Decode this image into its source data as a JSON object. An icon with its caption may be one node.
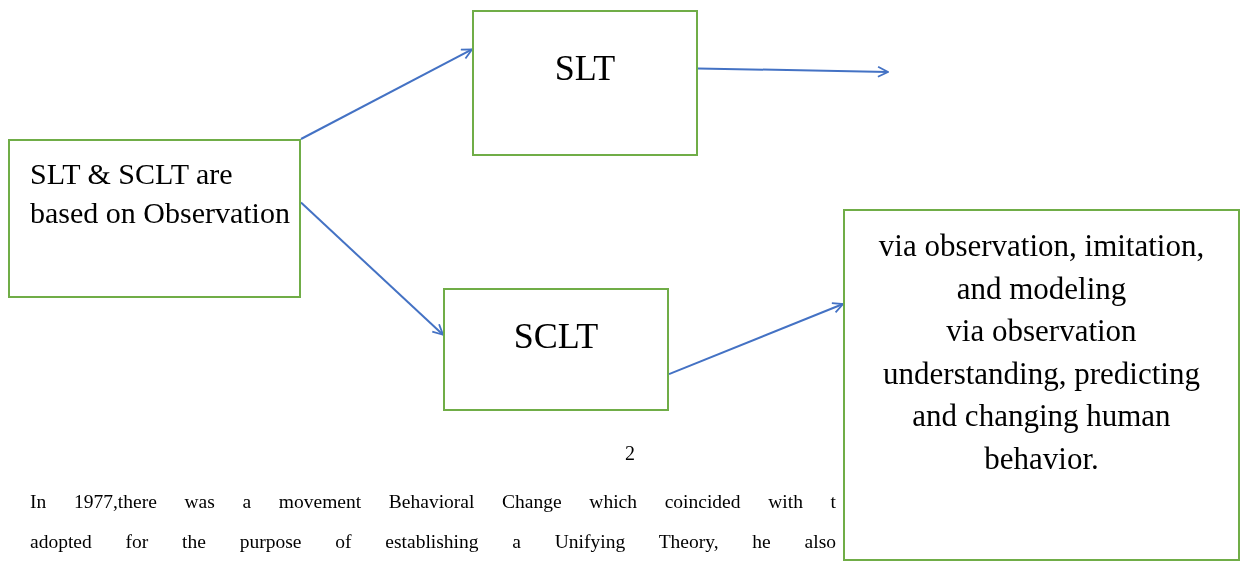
{
  "diagram": {
    "nodes": [
      {
        "text": [
          "SLT & SCLT are based on Observation"
        ]
      },
      {
        "text": [
          "SLT"
        ]
      },
      {
        "text": [
          "SCLT"
        ]
      },
      {
        "text": [
          "via observation, imitation, and modeling",
          "via observation understanding, predicting and changing human behavior."
        ]
      }
    ],
    "edges": [
      {
        "from": 0,
        "to": 1,
        "arrow": "to"
      },
      {
        "from": 0,
        "to": 2,
        "arrow": "to"
      },
      {
        "from": 1,
        "to": null,
        "arrow": "to"
      },
      {
        "from": 2,
        "to": 3,
        "arrow": "to"
      }
    ],
    "labels": [
      "2",
      "In 1977,there was a movement Behavioral Change which coincided with t",
      "adopted for the purpose of establishing a Unifying Theory, he also"
    ]
  }
}
